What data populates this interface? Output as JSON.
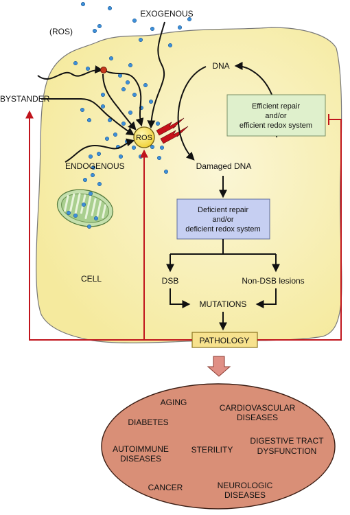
{
  "labels": {
    "ros_outside": "(ROS)",
    "exogenous": "EXOGENOUS",
    "bystander": "BYSTANDER",
    "endogenous": "ENDOGENOUS",
    "ros": "ROS",
    "cell": "CELL",
    "dna": "DNA",
    "damaged_dna": "Damaged DNA",
    "efficient_repair": [
      "Efficient repair",
      "and/or",
      "efficient redox system"
    ],
    "deficient_repair": [
      "Deficient repair",
      "and/or",
      "deficient redox system"
    ],
    "dsb": "DSB",
    "non_dsb": "Non-DSB lesions",
    "mutations": "MUTATIONS",
    "pathology": "PATHOLOGY"
  },
  "diseases": {
    "aging": [
      "AGING"
    ],
    "cardiovascular": [
      "CARDIOVASCULAR",
      "DISEASES"
    ],
    "diabetes": [
      "DIABETES"
    ],
    "autoimmune": [
      "AUTOIMMUNE",
      "DISEASES"
    ],
    "sterility": [
      "STERILITY"
    ],
    "digestive": [
      "DIGESTIVE TRACT",
      "DYSFUNCTION"
    ],
    "cancer": [
      "CANCER"
    ],
    "neurologic": [
      "NEUROLOGIC",
      "DISEASES"
    ]
  },
  "colors": {
    "cell_fill": "#f7eeae",
    "cell_stroke": "#777777",
    "efficient_box": "#dff0cc",
    "deficient_box": "#c6cff2",
    "pathology_box": "#f7e28e",
    "ellipse_fill": "#d98f77",
    "feedback_red": "#c0141c",
    "ros_dot": "#3d8fd9",
    "ros_center": "#f5e25a",
    "mitochondrion": "#bcd9a6",
    "big_arrow": "#d9857a"
  }
}
